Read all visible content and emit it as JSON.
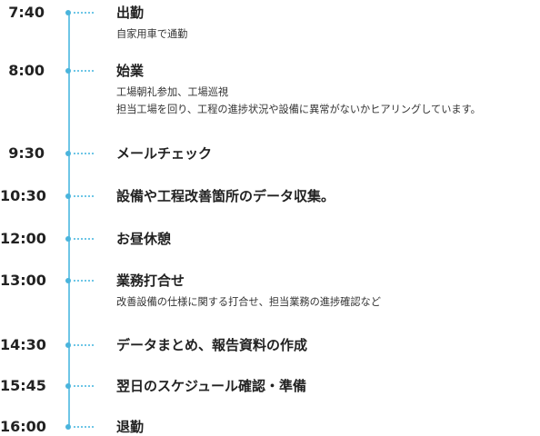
{
  "schedule": [
    {
      "time": "7:40",
      "title": "出勤",
      "details": [
        "自家用車で通勤"
      ]
    },
    {
      "time": "8:00",
      "title": "始業",
      "details": [
        "工場朝礼参加、工場巡視",
        "担当工場を回り、工程の進捗状況や設備に異常がないかヒアリングしています。"
      ]
    },
    {
      "time": "9:30",
      "title": "メールチェック",
      "details": []
    },
    {
      "time": "10:30",
      "title": "設備や工程改善箇所のデータ収集。",
      "details": []
    },
    {
      "time": "12:00",
      "title": "お昼休憩",
      "details": []
    },
    {
      "time": "13:00",
      "title": "業務打合せ",
      "details": [
        "改善設備の仕様に関する打合せ、担当業務の進捗確認など"
      ]
    },
    {
      "time": "14:30",
      "title": "データまとめ、報告資料の作成",
      "details": []
    },
    {
      "time": "15:45",
      "title": "翌日のスケジュール確認・準備",
      "details": []
    },
    {
      "time": "16:00",
      "title": "退勤",
      "details": []
    }
  ],
  "colors": {
    "line": "#6ec6e6",
    "dot": "#4ab4dc",
    "text": "#222222"
  }
}
